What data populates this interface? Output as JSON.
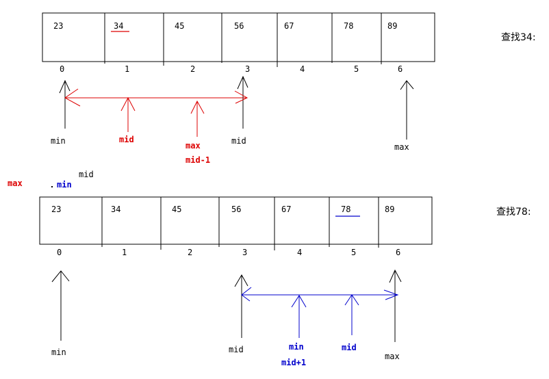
{
  "colors": {
    "black": "#000000",
    "red": "#dd0000",
    "blue": "#0000cc"
  },
  "panel1": {
    "caption": "查找34:",
    "cells": [
      "23",
      "34",
      "45",
      "56",
      "67",
      "78",
      "89"
    ],
    "indices": [
      "0",
      "1",
      "2",
      "3",
      "4",
      "5",
      "6"
    ],
    "target_cell": 1,
    "labels": {
      "min": "min",
      "mid_red": "mid",
      "max_red": "max",
      "mid_minus_1": "mid-1",
      "mid_black": "mid",
      "max_black": "max"
    }
  },
  "stray": {
    "max_red": "max",
    "mid_black": "mid",
    "min_blue": "min"
  },
  "panel2": {
    "caption": "查找78:",
    "cells": [
      "23",
      "34",
      "45",
      "56",
      "67",
      "78",
      "89"
    ],
    "indices": [
      "0",
      "1",
      "2",
      "3",
      "4",
      "5",
      "6"
    ],
    "target_cell": 5,
    "labels": {
      "min_black": "min",
      "mid_black": "mid",
      "min_blue": "min",
      "mid_plus_1": "mid+1",
      "mid_blue": "mid",
      "max_black": "max"
    }
  }
}
